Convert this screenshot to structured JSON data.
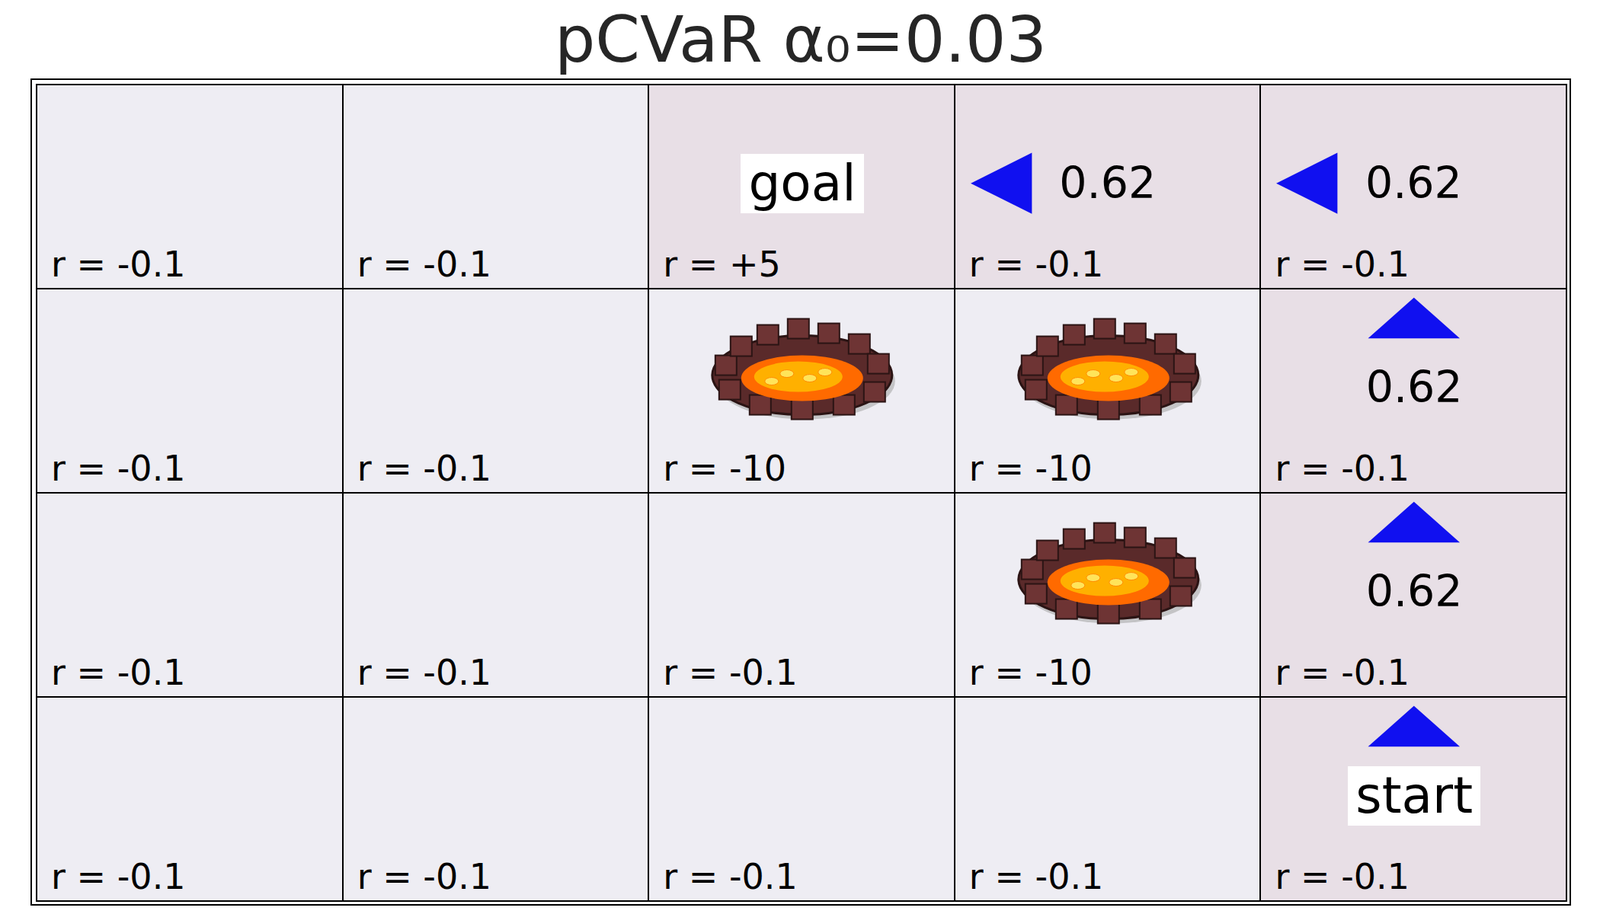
{
  "diagram": {
    "title": "pCVaR α₀=0.03",
    "nodes": [
      {
        "text": [
          "r = -0.1"
        ]
      },
      {
        "text": [
          "r = -0.1"
        ]
      },
      {
        "text": [
          "goal",
          "r = +5"
        ]
      },
      {
        "text": [
          "0.62",
          "r = -0.1"
        ]
      },
      {
        "text": [
          "0.62",
          "r = -0.1"
        ]
      },
      {
        "text": [
          "r = -0.1"
        ]
      },
      {
        "text": [
          "r = -0.1"
        ]
      },
      {
        "text": [
          "r = -10"
        ]
      },
      {
        "text": [
          "r = -10"
        ]
      },
      {
        "text": [
          "0.62",
          "r = -0.1"
        ]
      },
      {
        "text": [
          "r = -0.1"
        ]
      },
      {
        "text": [
          "r = -0.1"
        ]
      },
      {
        "text": [
          "r = -0.1"
        ]
      },
      {
        "text": [
          "r = -10"
        ]
      },
      {
        "text": [
          "0.62",
          "r = -0.1"
        ]
      },
      {
        "text": [
          "r = -0.1"
        ]
      },
      {
        "text": [
          "r = -0.1"
        ]
      },
      {
        "text": [
          "r = -0.1"
        ]
      },
      {
        "text": [
          "r = -0.1"
        ]
      },
      {
        "text": [
          "start",
          "r = -0.1"
        ]
      }
    ]
  }
}
